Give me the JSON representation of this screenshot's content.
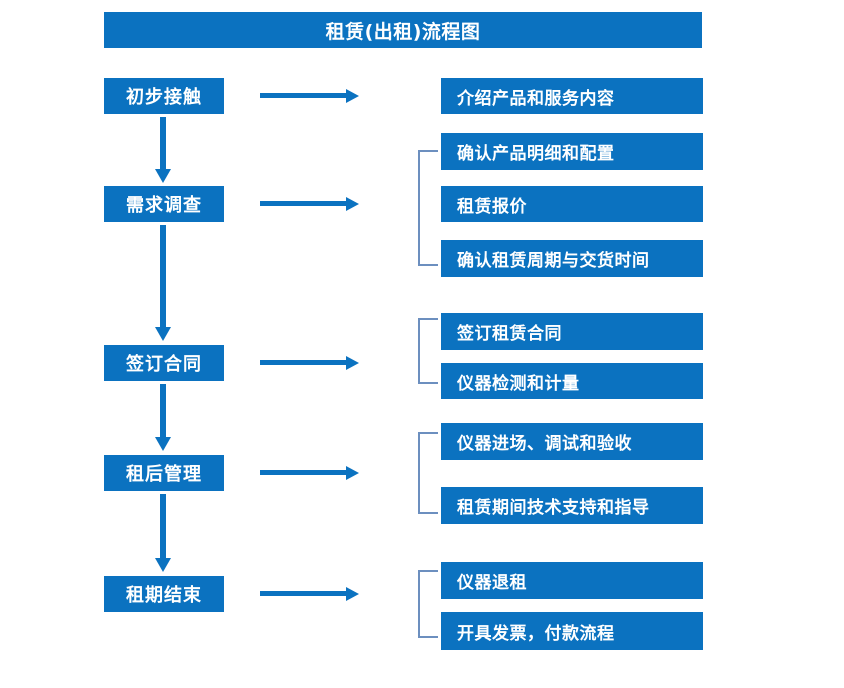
{
  "header": {
    "title": "租赁(出租)流程图"
  },
  "colors": {
    "box_blue": "#0B72C0",
    "arrow_blue": "#0B72C0",
    "bracket_blue": "#6C8FBF",
    "text": "#FFFFFF",
    "background": "#FFFFFF"
  },
  "flow": {
    "stages": [
      {
        "id": "stage-1",
        "label": "初步接触"
      },
      {
        "id": "stage-2",
        "label": "需求调查"
      },
      {
        "id": "stage-3",
        "label": "签订合同"
      },
      {
        "id": "stage-4",
        "label": "租后管理"
      },
      {
        "id": "stage-5",
        "label": "租期结束"
      }
    ],
    "details": [
      {
        "id": "detail-1",
        "label": "介绍产品和服务内容"
      },
      {
        "id": "detail-2",
        "label": "确认产品明细和配置"
      },
      {
        "id": "detail-3",
        "label": "租赁报价"
      },
      {
        "id": "detail-4",
        "label": "确认租赁周期与交货时间"
      },
      {
        "id": "detail-5",
        "label": "签订租赁合同"
      },
      {
        "id": "detail-6",
        "label": "仪器检测和计量"
      },
      {
        "id": "detail-7",
        "label": "仪器进场、调试和验收"
      },
      {
        "id": "detail-8",
        "label": "租赁期间技术支持和指导"
      },
      {
        "id": "detail-9",
        "label": "仪器退租"
      },
      {
        "id": "detail-10",
        "label": "开具发票，付款流程"
      }
    ],
    "connectors": {
      "right_arrow_icon": "arrow-right-icon",
      "down_arrow_icon": "arrow-down-icon",
      "bracket_icon": "group-bracket-icon"
    }
  }
}
